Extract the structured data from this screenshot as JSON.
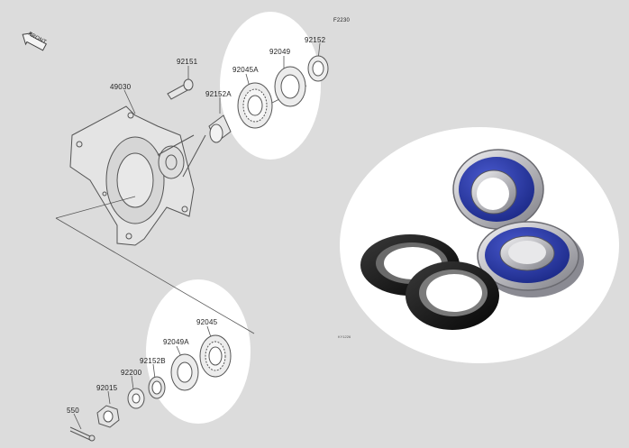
{
  "figure_code": "F2230",
  "front_label": "FRONT",
  "photo_caption": "KY1226",
  "parts": [
    {
      "key": "p92152",
      "number": "92152"
    },
    {
      "key": "p92049_top",
      "number": "92049"
    },
    {
      "key": "p92045A",
      "number": "92045A"
    },
    {
      "key": "p92151",
      "number": "92151"
    },
    {
      "key": "p49030",
      "number": "49030"
    },
    {
      "key": "p92152A",
      "number": "92152A"
    },
    {
      "key": "p92045",
      "number": "92045"
    },
    {
      "key": "p92049A",
      "number": "92049A"
    },
    {
      "key": "p92152B",
      "number": "92152B"
    },
    {
      "key": "p92200",
      "number": "92200"
    },
    {
      "key": "p92015",
      "number": "92015"
    },
    {
      "key": "p550",
      "number": "550"
    }
  ],
  "colors": {
    "background": "#dcdcdc",
    "highlight": "#ffffff",
    "linework": "#555555",
    "bearing_shield": "#2a3aa8",
    "seal_rubber": "#141414",
    "steel": "#c8c8cc"
  }
}
